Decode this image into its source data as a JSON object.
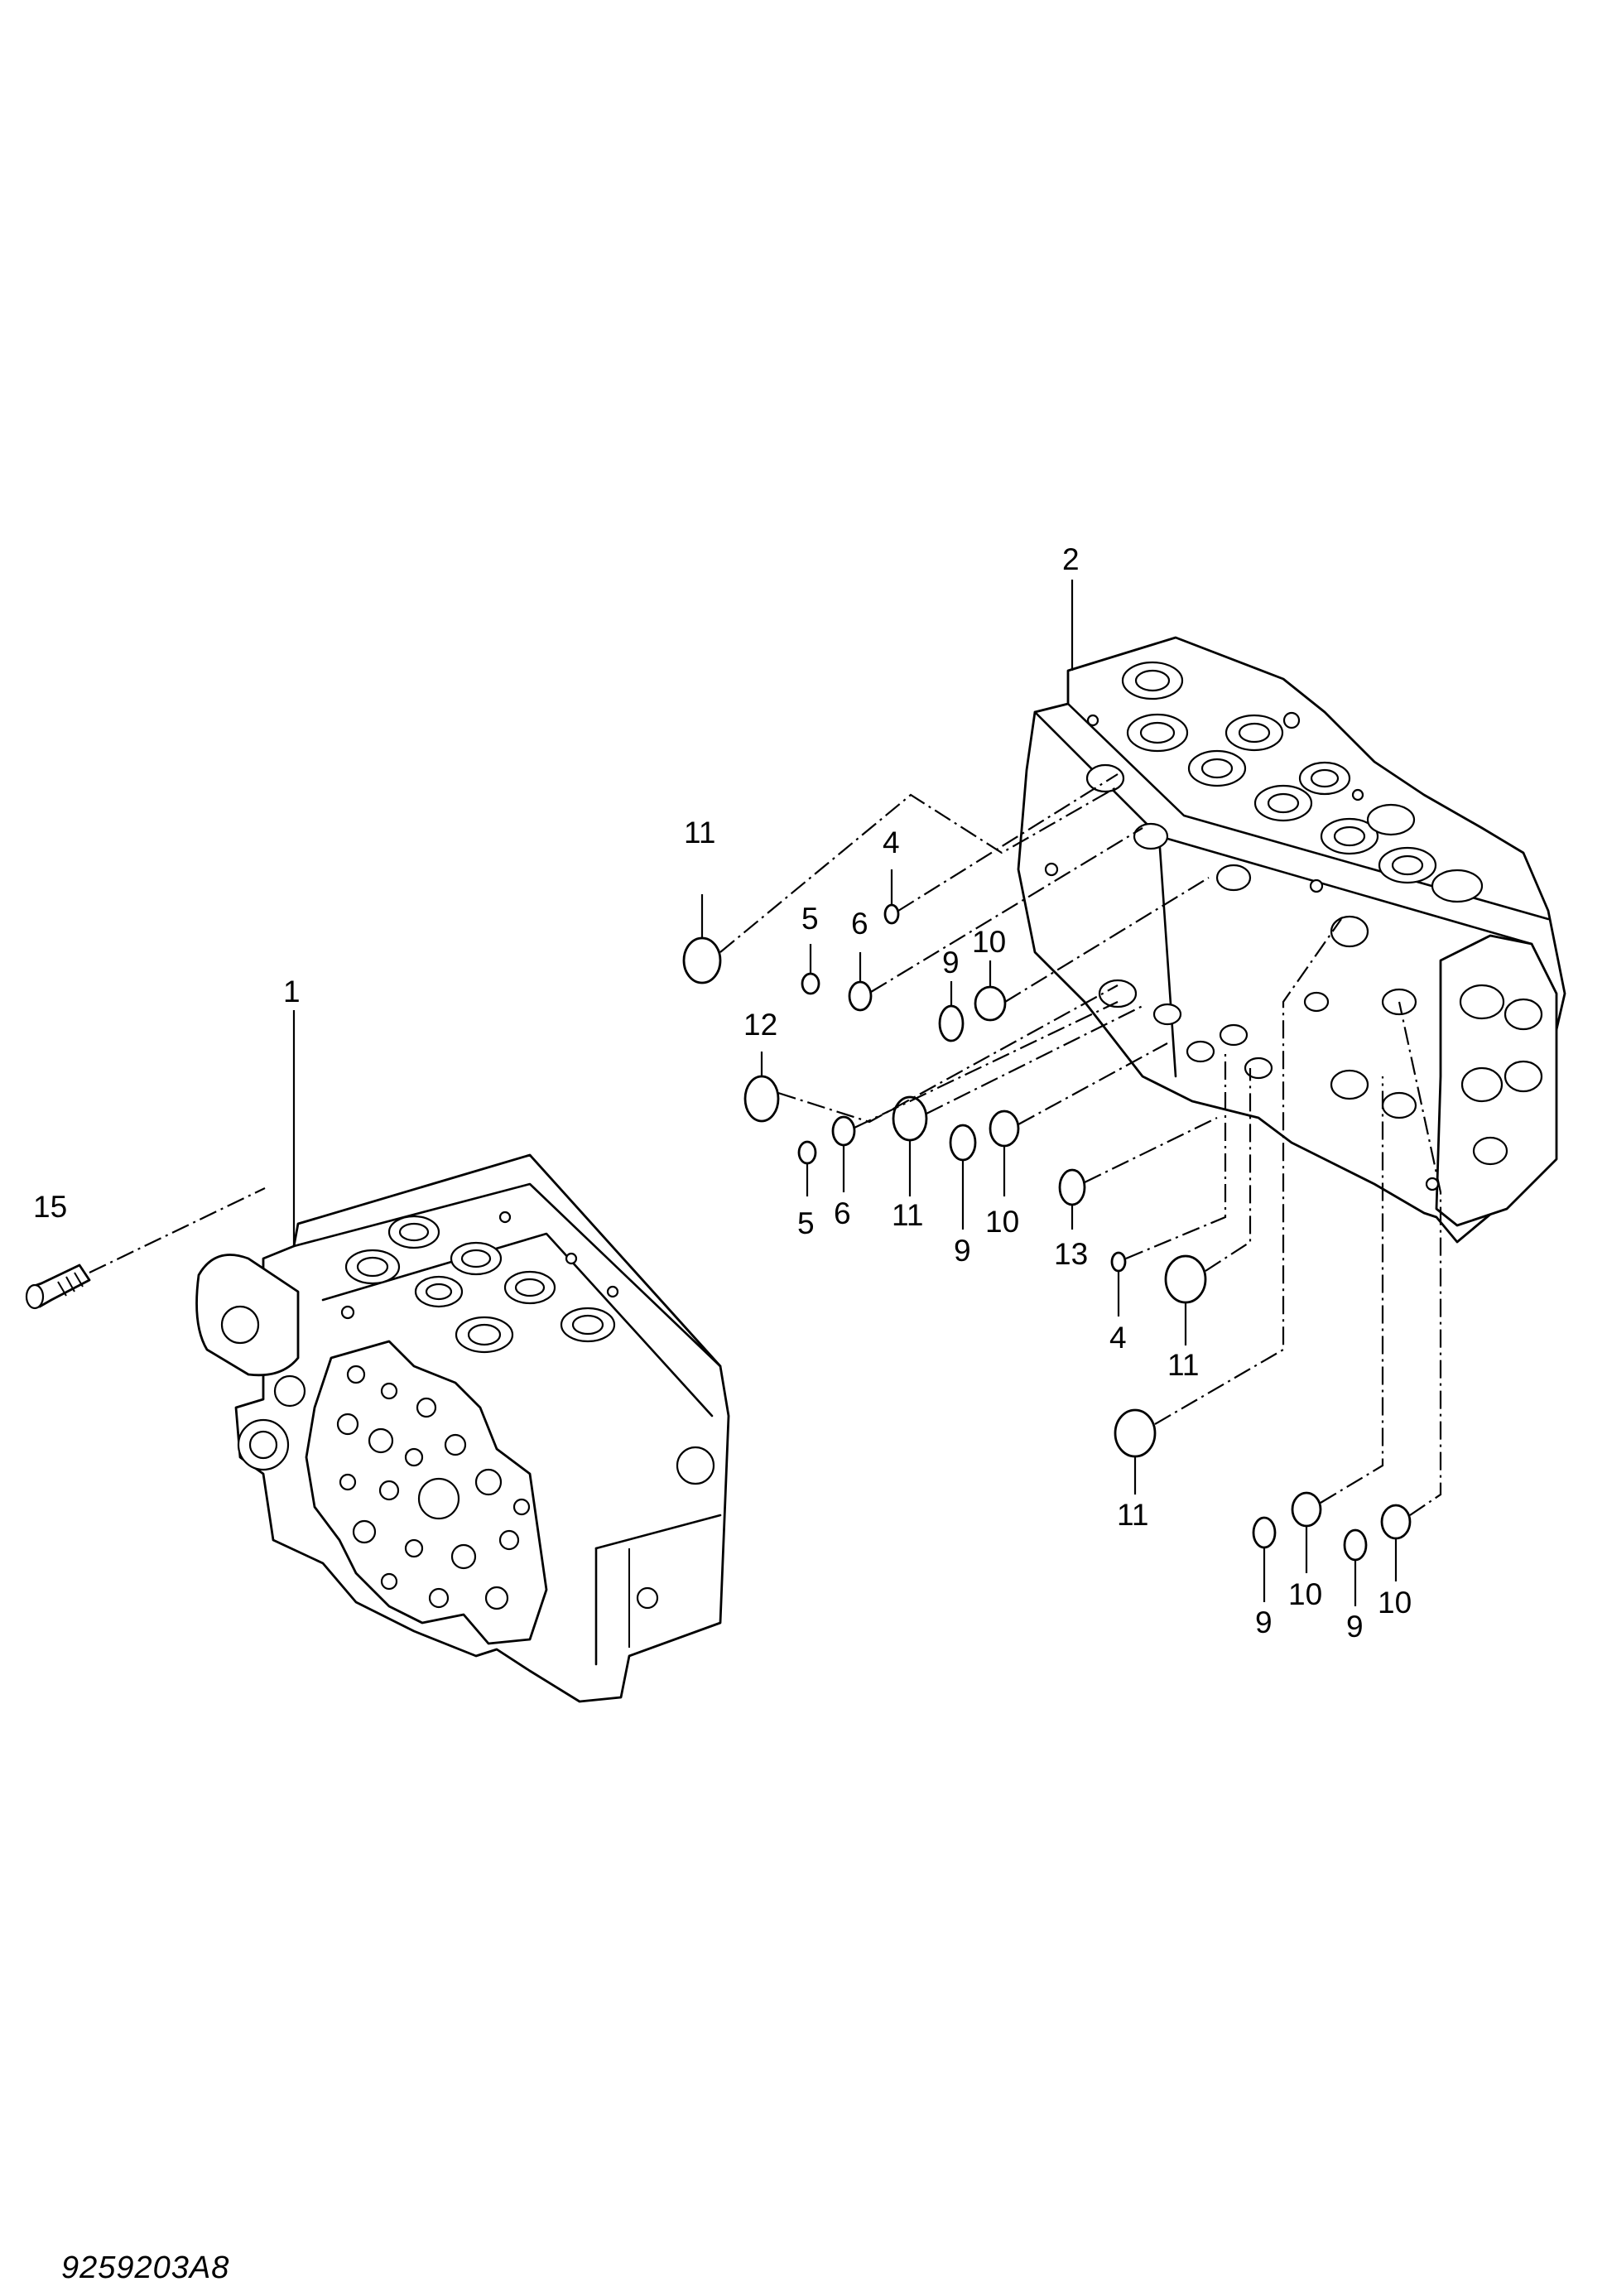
{
  "drawing_number": "9259203A8",
  "callouts": [
    {
      "id": "c1",
      "label": "1"
    },
    {
      "id": "c2",
      "label": "2"
    },
    {
      "id": "c15",
      "label": "15"
    },
    {
      "id": "c11a",
      "label": "11"
    },
    {
      "id": "c4a",
      "label": "4"
    },
    {
      "id": "c6a",
      "label": "6"
    },
    {
      "id": "c5a",
      "label": "5"
    },
    {
      "id": "c9a",
      "label": "9"
    },
    {
      "id": "c10a",
      "label": "10"
    },
    {
      "id": "c12",
      "label": "12"
    },
    {
      "id": "c5b",
      "label": "5"
    },
    {
      "id": "c6b",
      "label": "6"
    },
    {
      "id": "c11b",
      "label": "11"
    },
    {
      "id": "c9b",
      "label": "9"
    },
    {
      "id": "c10b",
      "label": "10"
    },
    {
      "id": "c13",
      "label": "13"
    },
    {
      "id": "c4b",
      "label": "4"
    },
    {
      "id": "c11c",
      "label": "11"
    },
    {
      "id": "c11d",
      "label": "11"
    },
    {
      "id": "c9c",
      "label": "9"
    },
    {
      "id": "c10c",
      "label": "10"
    },
    {
      "id": "c9d",
      "label": "9"
    },
    {
      "id": "c10d",
      "label": "10"
    }
  ]
}
